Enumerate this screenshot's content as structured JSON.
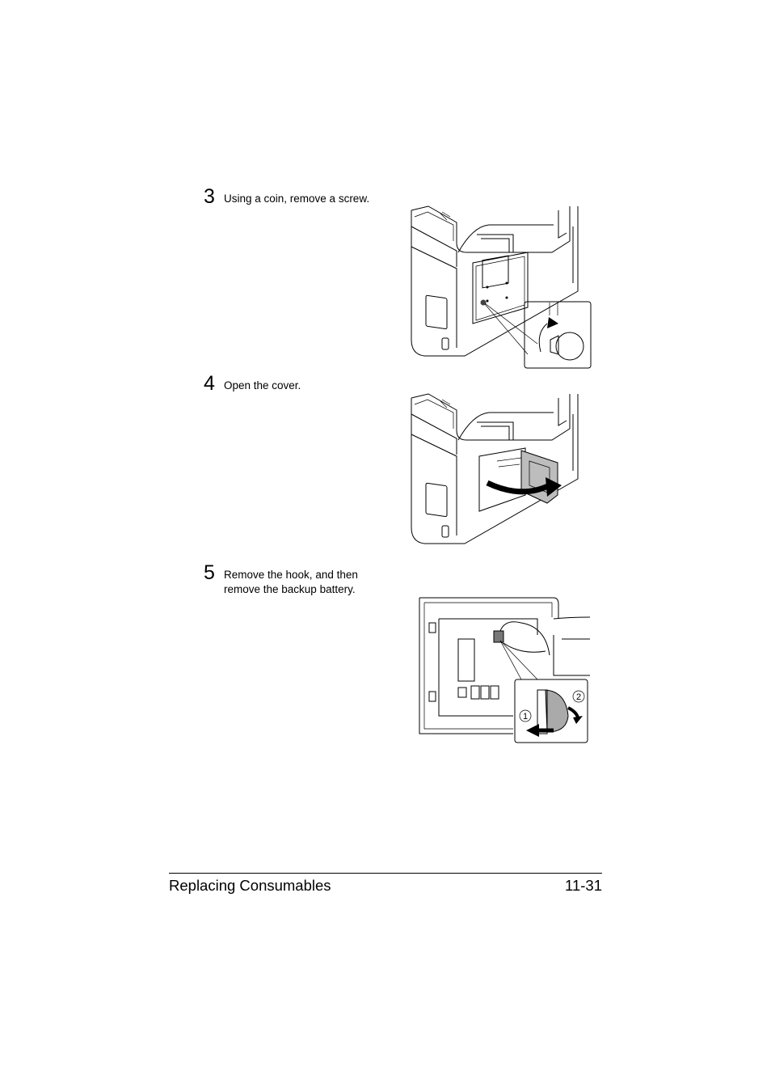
{
  "steps": [
    {
      "number": "3",
      "text": "Using a coin, remove a screw."
    },
    {
      "number": "4",
      "text": "Open the cover."
    },
    {
      "number": "5",
      "text": "Remove the hook, and then remove the backup battery."
    }
  ],
  "callouts": {
    "one": "1",
    "two": "2"
  },
  "footer": {
    "section": "Replacing Consumables",
    "page": "11-31"
  }
}
